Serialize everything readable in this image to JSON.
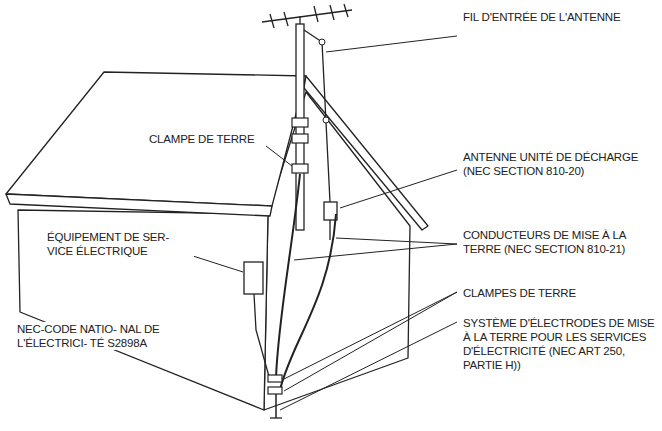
{
  "diagram": {
    "labels": [
      "FIL D'ENTRÉE DE L'ANTENNE",
      "CLAMPE DE TERRE",
      "ANTENNE UNITÉ DE DÉCHARGE (NEC SECTION 810-20)",
      "ÉQUIPEMENT DE SER- VICE ÉLECTRIQUE",
      "CONDUCTEURS DE MISE À LA TERRE (NEC SECTION 810-21)",
      "CLAMPES DE TERRE",
      "NEC-CODE NATIO- NAL DE L'ÉLECTRICI- TÉ S2898A",
      "SYSTÈME D'ÉLECTRODES DE MISE À LA TERRE POUR LES SERVICES D'ÉLECTRICITÉ (NEC ART 250, PARTIE H))"
    ]
  }
}
